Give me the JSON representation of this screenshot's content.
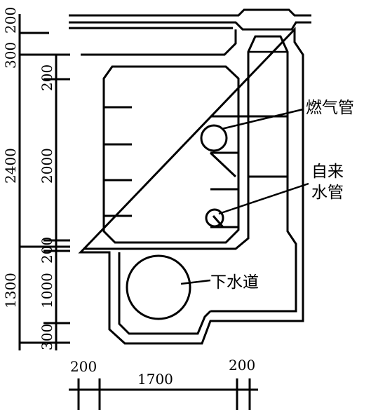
{
  "dimensions": {
    "left_outer": [
      "200",
      "300",
      "2400",
      "1300"
    ],
    "left_inner": [
      "200",
      "2000",
      "200",
      "1000",
      "300"
    ],
    "bottom": [
      "200",
      "1700",
      "200"
    ]
  },
  "labels": {
    "gas_pipe": "燃气管",
    "water_pipe_line1": "自来",
    "water_pipe_line2": "水管",
    "sewer": "下水道"
  }
}
